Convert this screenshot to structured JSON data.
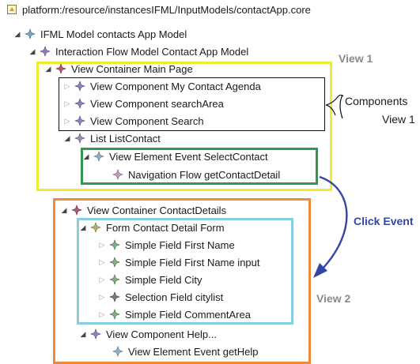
{
  "root_path": "platform:/resource/instancesIFML/InputModels/contactApp.core",
  "tree": [
    {
      "label": "IFML Model contacts App Model",
      "expanded": true
    },
    {
      "label": "Interaction Flow Model Contact App Model",
      "expanded": true
    },
    {
      "label": "View Container Main Page",
      "expanded": true
    },
    {
      "label": "View Component My Contact Agenda",
      "expanded": false
    },
    {
      "label": "View Component searchArea",
      "expanded": false
    },
    {
      "label": "View Component Search",
      "expanded": false
    },
    {
      "label": "List ListContact",
      "expanded": true
    },
    {
      "label": "View Element Event SelectContact",
      "expanded": true
    },
    {
      "label": "Navigation Flow getContactDetail",
      "expanded": null
    },
    {
      "label": "View Container ContactDetails",
      "expanded": true
    },
    {
      "label": "Form Contact Detail Form",
      "expanded": true
    },
    {
      "label": "Simple Field First Name",
      "expanded": false
    },
    {
      "label": "Simple Field First Name input",
      "expanded": false
    },
    {
      "label": "Simple Field City",
      "expanded": false
    },
    {
      "label": "Selection Field citylist",
      "expanded": false
    },
    {
      "label": "Simple Field CommentArea",
      "expanded": false
    },
    {
      "label": "View Component Help...",
      "expanded": true
    },
    {
      "label": "View Element Event getHelp",
      "expanded": null
    }
  ],
  "annotations": {
    "view1": "View 1",
    "view2": "View 2",
    "components_line1": "Components",
    "components_line2": "View 1",
    "click_event": "Click Event"
  },
  "colors": {
    "view1_box": "#f2ea2a",
    "view2_box": "#ec8c3a",
    "components_box": "#111111",
    "event_box": "#2e9a4a",
    "form_box": "#86cfe0",
    "annotation_gray": "#8a8a8a",
    "click_event": "#3346a8",
    "arrow": "#3346a8"
  }
}
